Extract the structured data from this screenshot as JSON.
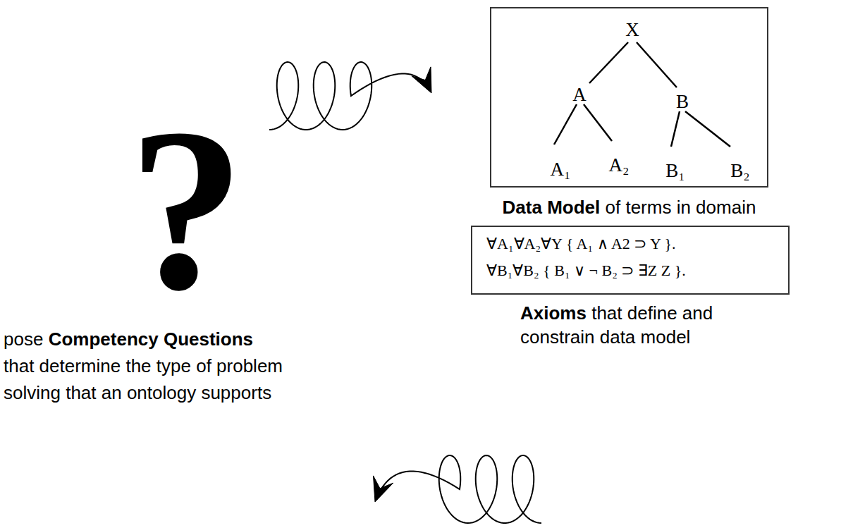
{
  "diagram": {
    "nodes": [
      {
        "text": [
          "X",
          "A",
          "B",
          "A₁",
          "A₂",
          "B₁",
          "B₂",
          "Data Model",
          "of terms in domain"
        ]
      },
      {
        "text": [
          "∀A₁∀A₂∀Y { A₁ ∧ A2 ⊃ Y }.",
          "∀B₁∀B₂ { B₁ ∨ ¬ B₂ ⊃ ∃Z Z }.",
          "Axioms",
          "that define and constrain data model"
        ]
      }
    ],
    "labels": [
      "?",
      "pose",
      "Competency Questions",
      "that determine the type of problem solving that an ontology supports"
    ]
  }
}
